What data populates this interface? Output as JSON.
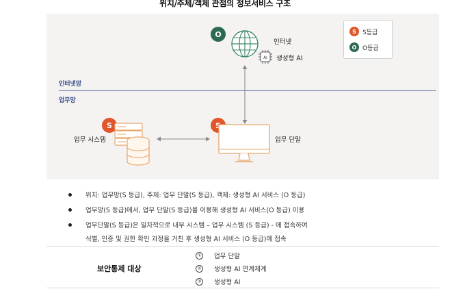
{
  "title": "위치/주체/객체 관점의 정보서비스 구조",
  "zones": {
    "internet": "인터넷망",
    "work": "업무망"
  },
  "legend": [
    {
      "symbol": "S",
      "label": "S등급",
      "color": "#e0552a"
    },
    {
      "symbol": "O",
      "label": "O등급",
      "color": "#2c6b50"
    }
  ],
  "nodes": {
    "internet": {
      "badge": "O",
      "label": "인터넷",
      "ai_label": "생성형 AI",
      "chip_text": "AI"
    },
    "system": {
      "badge": "S",
      "label": "업무 시스템"
    },
    "terminal": {
      "badge": "S",
      "label": "업무 단말"
    }
  },
  "bullets": [
    "위치: 업무망(S 등급), 주체: 업무 단말(S 등급), 객체: 생성형 AI 서비스 (O 등급)",
    "업무망(S 등급)에서, 업무 단말(S 등급)을 이용해 생성형 AI 서비스(O 등급) 이용",
    "업무단말(S 등급)은 일차적으로 내부 시스템 – 업무 시스템 (S 등급) - 에 접속하여",
    "식별, 인증 및 권한 확인 과정을 거친 후 생성형 AI 서비스 (O 등급)에 접속"
  ],
  "control": {
    "label": "보안통제 대상",
    "items": [
      {
        "num": "①",
        "text": "업무 단말"
      },
      {
        "num": "②",
        "text": "생성형 AI 연계체계"
      },
      {
        "num": "③",
        "text": "생성형 AI"
      }
    ]
  },
  "colors": {
    "s_grade": "#e0552a",
    "o_grade": "#2c6b50",
    "zone_text": "#3a4f8a",
    "icon_orange": "#e8a66a"
  }
}
